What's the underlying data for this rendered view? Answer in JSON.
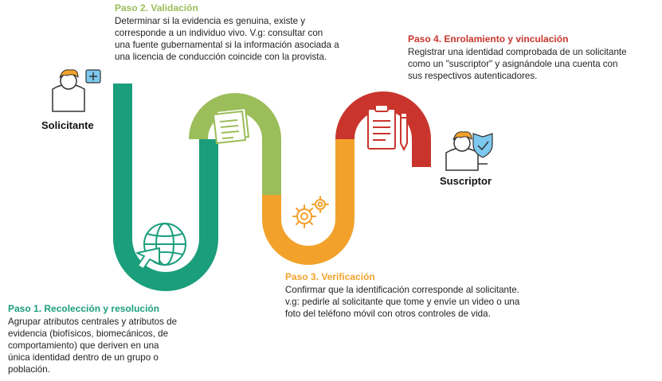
{
  "colors": {
    "step1": "#1b9e7c",
    "step2": "#9bbd5a",
    "step3": "#f2a22b",
    "step4": "#c9352c",
    "text": "#222222",
    "accent_blue": "#7cc8ee"
  },
  "icons": {
    "solicitante": "person-plus-icon",
    "suscriptor": "person-shield-icon",
    "step1": "globe-cursor-icon",
    "step2": "document-icon",
    "step3": "gears-icon",
    "step4": "clipboard-pen-icon"
  },
  "actors": {
    "solicitante": "Solicitante",
    "suscriptor": "Suscriptor"
  },
  "steps": [
    {
      "title": "Paso 1. Recolección y resolución",
      "description": "Agrupar atributos centrales y atributos de\nevidencia (biofísicos, biomecánicos, de\ncomportamiento) que deriven en una\núnica identidad dentro de un grupo o\npoblación."
    },
    {
      "title": "Paso 2. Validación",
      "description": "Determinar si la evidencia es genuina, existe y\ncorresponde a un individuo vivo. V.g: consultar con\nuna fuente gubernamental si la información asociada a\nuna licencia de conducción coincide con la provista."
    },
    {
      "title": "Paso 3. Verificación",
      "description": "Confirmar que la identificación corresponde al solicitante.\nv.g: pedirle al solicitante que tome y envíe un video o una\nfoto del teléfono móvil con otros controles de vida."
    },
    {
      "title": "Paso 4. Enrolamiento y vinculación",
      "description": "Registrar una identidad comprobada de un solicitante\ncomo un \"suscriptor\" y asignándole una cuenta con\nsus respectivos autenticadores."
    }
  ]
}
